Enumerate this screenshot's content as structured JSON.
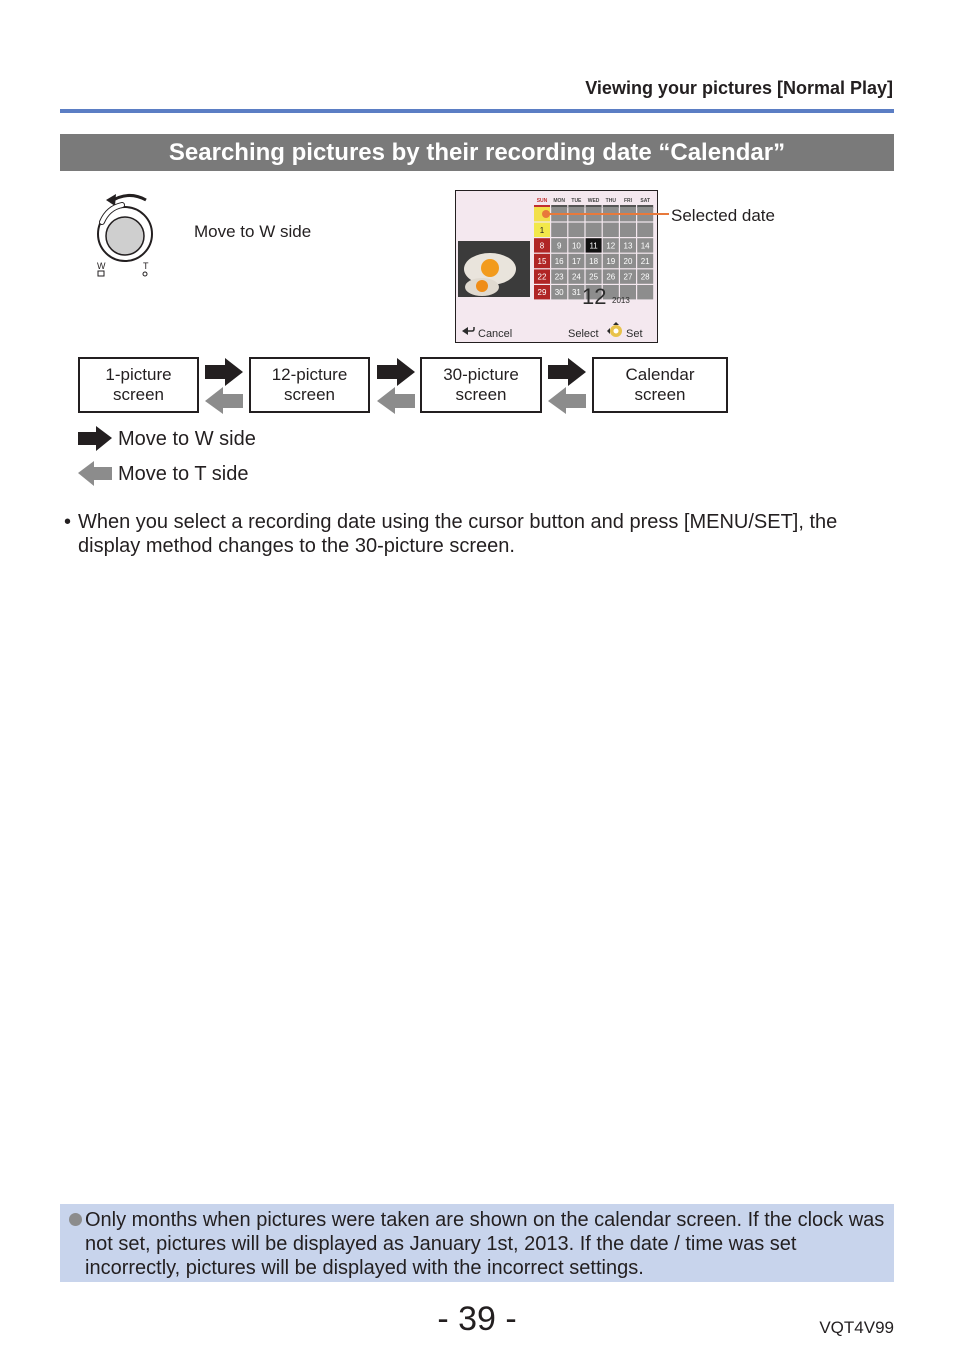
{
  "header": {
    "title": "Viewing your pictures  [Normal Play]"
  },
  "section": {
    "title": "Searching pictures by their recording date “Calendar”"
  },
  "lever": {
    "label": "Move to W side",
    "w_mark": "W",
    "t_mark": "T"
  },
  "callout": {
    "selected_date": "Selected date"
  },
  "camera_screen": {
    "weekdays": [
      "SUN",
      "MON",
      "TUE",
      "WED",
      "THU",
      "FRI",
      "SAT"
    ],
    "rows": [
      [
        "",
        "",
        "",
        "",
        "",
        "",
        ""
      ],
      [
        "1",
        "",
        "",
        "",
        "",
        "",
        ""
      ],
      [
        "8",
        "9",
        "10",
        "11",
        "12",
        "13",
        "14"
      ],
      [
        "15",
        "16",
        "17",
        "18",
        "19",
        "20",
        "21"
      ],
      [
        "22",
        "23",
        "24",
        "25",
        "26",
        "27",
        "28"
      ],
      [
        "29",
        "30",
        "31",
        "",
        "",
        "",
        ""
      ]
    ],
    "month": "12",
    "year": "2013",
    "cancel_label": "Cancel",
    "select_label": "Select",
    "set_label": "Set"
  },
  "flow": {
    "boxes": [
      {
        "line1": "1-picture",
        "line2": "screen"
      },
      {
        "line1": "12-picture",
        "line2": "screen"
      },
      {
        "line1": "30-picture",
        "line2": "screen"
      },
      {
        "line1": "Calendar",
        "line2": "screen"
      }
    ]
  },
  "legend": {
    "w_side": "Move to W side",
    "t_side": "Move to T side",
    "w_color": "#231f20",
    "t_color": "#8c8c8c"
  },
  "body": {
    "bullet": "•",
    "note": "When you select a recording date using the cursor button and press [MENU/SET], the display method changes to the 30-picture screen."
  },
  "footnote": {
    "text": "Only months when pictures were taken are shown on the calendar screen. If the clock was not set, pictures will be displayed as January 1st, 2013. If the date / time was set incorrectly, pictures will be displayed with the incorrect settings."
  },
  "footer": {
    "page_number": "- 39 -",
    "doc_code": "VQT4V99"
  },
  "colors": {
    "header_rule": "#5b7ec4",
    "section_bar": "#7a7a7a",
    "note_bg": "#c8d4ec",
    "callout": "#e8793b"
  }
}
